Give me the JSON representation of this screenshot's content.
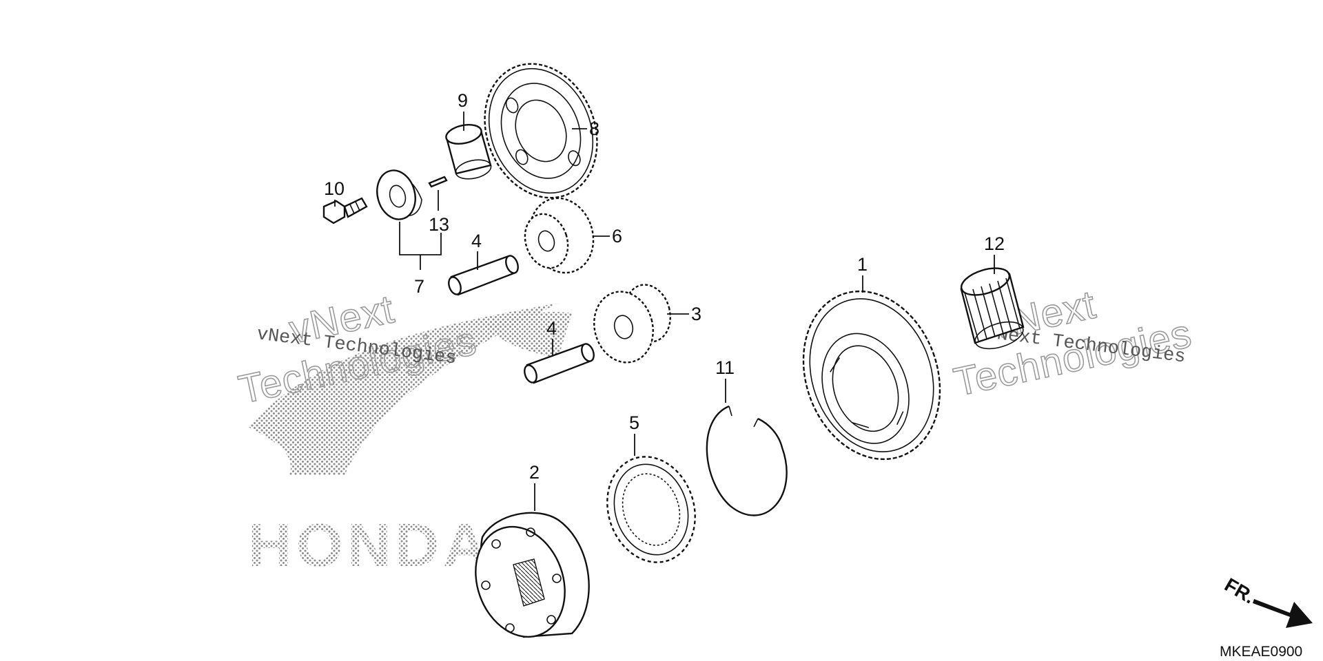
{
  "callouts": {
    "p1": "1",
    "p2": "2",
    "p3": "3",
    "p4a": "4",
    "p4b": "4",
    "p5": "5",
    "p6": "6",
    "p7": "7",
    "p8": "8",
    "p9": "9",
    "p10": "10",
    "p11": "11",
    "p12": "12",
    "p13": "13"
  },
  "watermark": {
    "left_small": "vNext Technologies",
    "left_big_1": "vNext",
    "left_big_2": "Technologies",
    "right_small": "vNext Technologies",
    "right_big_1": "vNext",
    "right_big_2": "Technologies",
    "logo_text": "HONDA"
  },
  "direction_label": "FR.",
  "diagram_code": "MKEAE0900"
}
